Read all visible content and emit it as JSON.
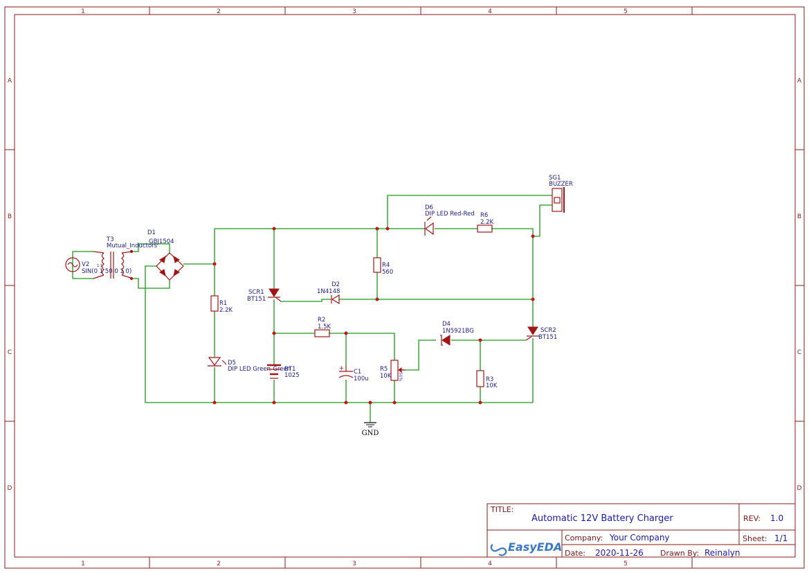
{
  "grid": {
    "columns": [
      "1",
      "2",
      "3",
      "4",
      "5"
    ],
    "rows": [
      "A",
      "B",
      "C",
      "D"
    ]
  },
  "components": {
    "v2": {
      "ref": "V2",
      "value": "SIN(0 1 50 0 1 0)"
    },
    "t3": {
      "ref": "T3",
      "value": "Mutual_Inductors",
      "ratio": "1:1"
    },
    "d1": {
      "ref": "D1",
      "value": "GBJ1504"
    },
    "r1": {
      "ref": "R1",
      "value": "2.2K"
    },
    "d5": {
      "ref": "D5",
      "value": "DIP LED Green-Green"
    },
    "scr1": {
      "ref": "SCR1",
      "value": "BT151"
    },
    "bt1": {
      "ref": "BT1",
      "value": "1025"
    },
    "d2": {
      "ref": "D2",
      "value": "1N4148"
    },
    "r4": {
      "ref": "R4",
      "value": "560"
    },
    "d6": {
      "ref": "D6",
      "value": "DIP LED Red-Red"
    },
    "r6": {
      "ref": "R6",
      "value": "2.2K"
    },
    "sg1": {
      "ref": "SG1",
      "value": "BUZZER"
    },
    "r2": {
      "ref": "R2",
      "value": "1.5K"
    },
    "c1": {
      "ref": "C1",
      "value": "100u"
    },
    "r5": {
      "ref": "R5",
      "value": "10K",
      "wiper": "50%"
    },
    "d4": {
      "ref": "D4",
      "value": "1N5921BG"
    },
    "r3": {
      "ref": "R3",
      "value": "10K"
    },
    "scr2": {
      "ref": "SCR2",
      "value": "BT151"
    },
    "gnd": {
      "label": "GND"
    }
  },
  "title_block": {
    "title_key": "TITLE:",
    "title": "Automatic 12V Battery Charger",
    "rev_key": "REV:",
    "rev": "1.0",
    "company_key": "Company:",
    "company": "Your Company",
    "sheet_key": "Sheet:",
    "sheet": "1/1",
    "date_key": "Date:",
    "date": "2020-11-26",
    "drawn_key": "Drawn By:",
    "drawn_by": "Reinalyn",
    "logo": "EasyEDA"
  },
  "colors": {
    "frame": "#8b1a1a",
    "wire": "#1a9a1a",
    "part": "#a31515",
    "label": "#1a1a8b",
    "title_value": "#1a1ab0"
  }
}
